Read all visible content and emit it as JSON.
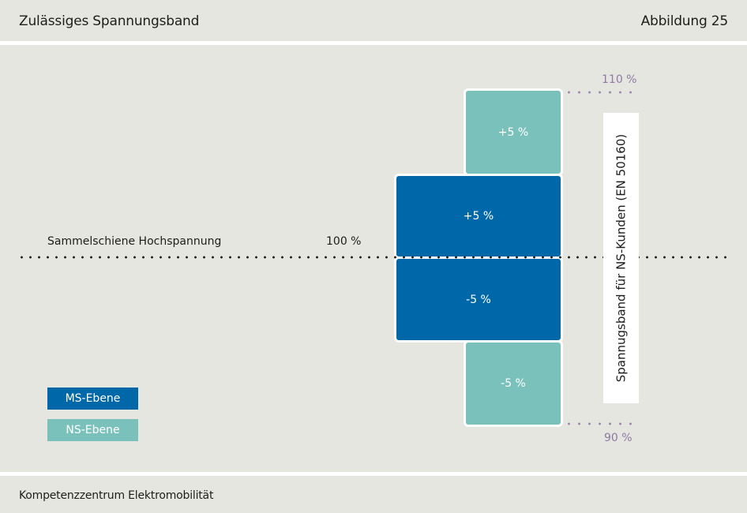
{
  "header": {
    "title": "Zulässiges Spannungsband",
    "figure": "Abbildung 25"
  },
  "footer": {
    "text": "Kompetenzzentrum Elektromobilität"
  },
  "diagram": {
    "busbar_label": "Sammelschiene Hochspannung",
    "busbar_value": "100 %",
    "upper_limit": "110 %",
    "lower_limit": "90 %",
    "band_label": "Spannugsband für NS-Kunden (EN 50160)",
    "ns_upper": "+5 %",
    "ms_upper": "+5 %",
    "ms_lower": "-5 %",
    "ns_lower": "-5 %",
    "colors": {
      "ms": "#0068a8",
      "ns": "#7bc1bb",
      "background": "#e6e6e1",
      "limit_text": "#8e7aa3"
    }
  },
  "legend": {
    "ms": "MS-Ebene",
    "ns": "NS-Ebene"
  }
}
